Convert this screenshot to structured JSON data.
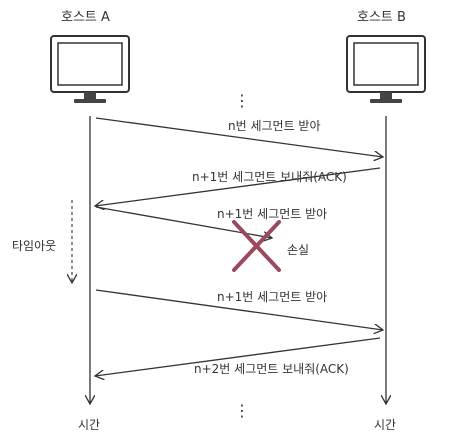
{
  "hosts": {
    "a_label": "호스트 A",
    "b_label": "호스트 B"
  },
  "time_labels": {
    "left": "시간",
    "right": "시간"
  },
  "ellipsis": "⋮",
  "timeout_label": "타임아웃",
  "loss_label": "손실",
  "messages": [
    {
      "id": "m1",
      "text": "n번 세그먼트 받아",
      "from": "A",
      "to": "B",
      "status": "delivered"
    },
    {
      "id": "m2",
      "text": "n+1번 세그먼트 보내줘(ACK)",
      "from": "B",
      "to": "A",
      "status": "delivered"
    },
    {
      "id": "m3",
      "text": "n+1번 세그먼트 받아",
      "from": "A",
      "to": "B",
      "status": "lost"
    },
    {
      "id": "m4",
      "text": "n+1번 세그먼트 받아",
      "from": "A",
      "to": "B",
      "status": "delivered"
    },
    {
      "id": "m5",
      "text": "n+2번 세그먼트 보내줘(ACK)",
      "from": "B",
      "to": "A",
      "status": "delivered"
    }
  ],
  "colors": {
    "line": "#333333",
    "loss_x": "#9b4a5e",
    "monitor_fill": "#ffffff",
    "stand": "#444444"
  },
  "icons": {
    "host_a": "monitor-icon",
    "host_b": "monitor-icon",
    "loss": "x-mark-icon"
  }
}
